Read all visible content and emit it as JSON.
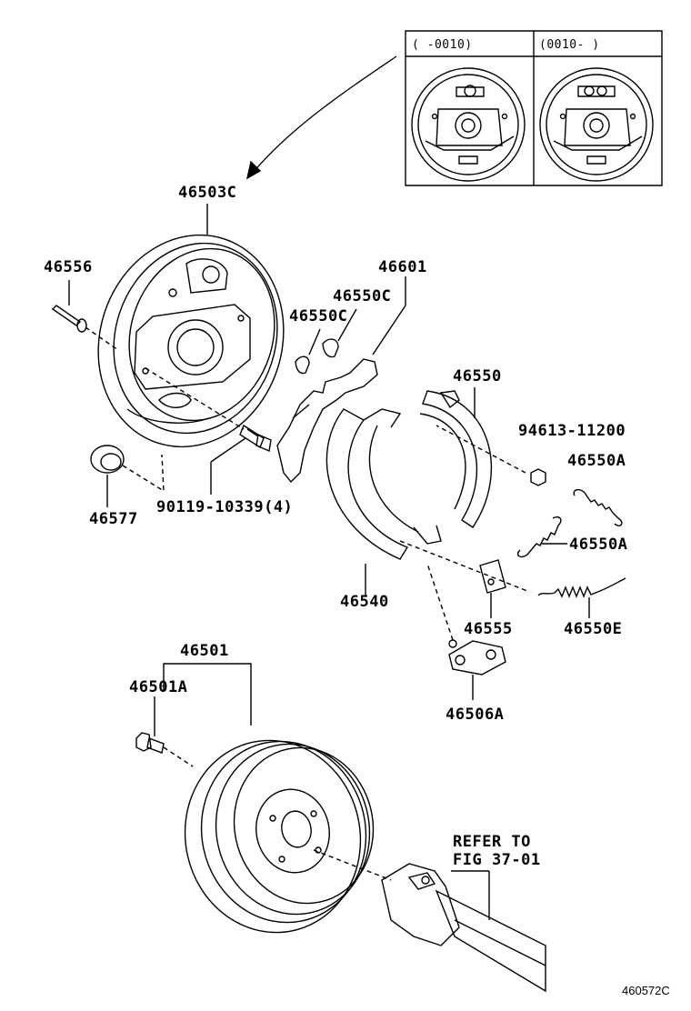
{
  "inset": {
    "left_header": "(    -0010)",
    "right_header": "(0010-      )"
  },
  "labels": {
    "backing_plate": "46503C",
    "pin": "46556",
    "plug": "46577",
    "bolt": "90119-10339(4)",
    "retainer_1": "46601",
    "clip_upper": "46550C",
    "clip_lower": "46550C",
    "shoe_upper": "46550",
    "nut": "94613-11200",
    "spring_a1": "46550A",
    "spring_a2": "46550A",
    "spring_e": "46550E",
    "shoe_lower": "46540",
    "strut": "46555",
    "cylinder": "46506A",
    "drum": "46501",
    "drum_bolt": "46501A",
    "refer_line1": "REFER TO",
    "refer_line2": "FIG 37-01",
    "figure_code": "460572C"
  }
}
